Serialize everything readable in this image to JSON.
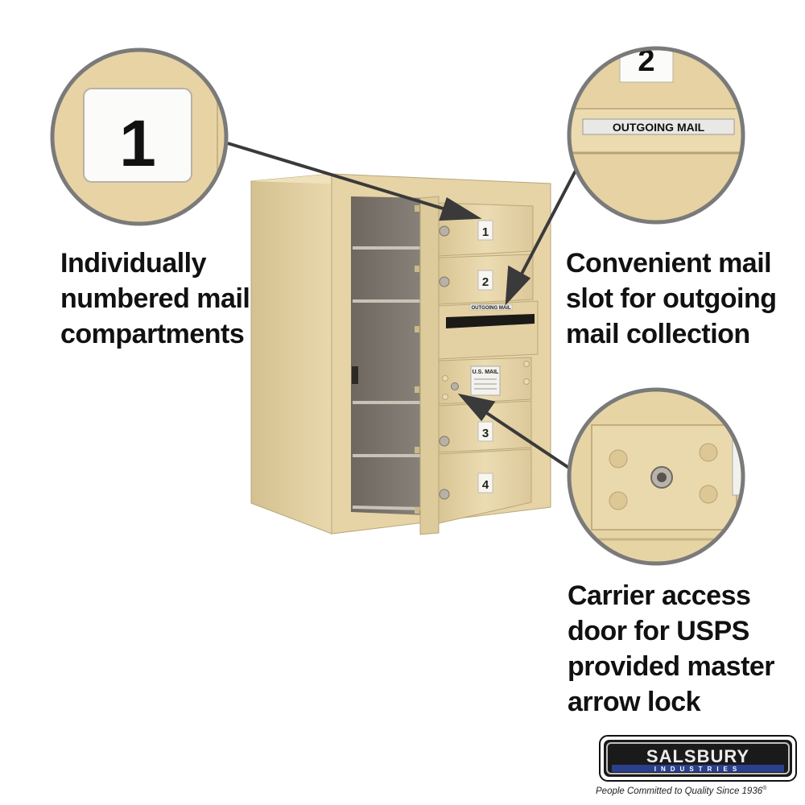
{
  "callouts": {
    "numbered": {
      "lines": [
        "Individually",
        "numbered mail",
        "compartments"
      ],
      "zoom_label": "1"
    },
    "outgoing": {
      "lines": [
        "Convenient mail",
        "slot for outgoing",
        "mail collection"
      ],
      "zoom_label": "2",
      "zoom_plate": "OUTGOING MAIL"
    },
    "carrier": {
      "lines": [
        "Carrier access",
        "door for USPS",
        "provided master",
        "arrow lock"
      ]
    }
  },
  "mailbox": {
    "doors": [
      "1",
      "2",
      "3",
      "4"
    ],
    "slot_label": "OUTGOING MAIL",
    "carrier_plate": "U.S. MAIL",
    "color": "#e8d6a9"
  },
  "brand": {
    "name": "SALSBURY",
    "sub": "INDUSTRIES",
    "tagline": "People Committed to Quality Since 1936",
    "registered": "®"
  },
  "colors": {
    "beige": "#e8d6a9",
    "beige_dark": "#c9b586",
    "arrow": "#3a3a3a",
    "logo_blue": "#2b3f8c"
  }
}
